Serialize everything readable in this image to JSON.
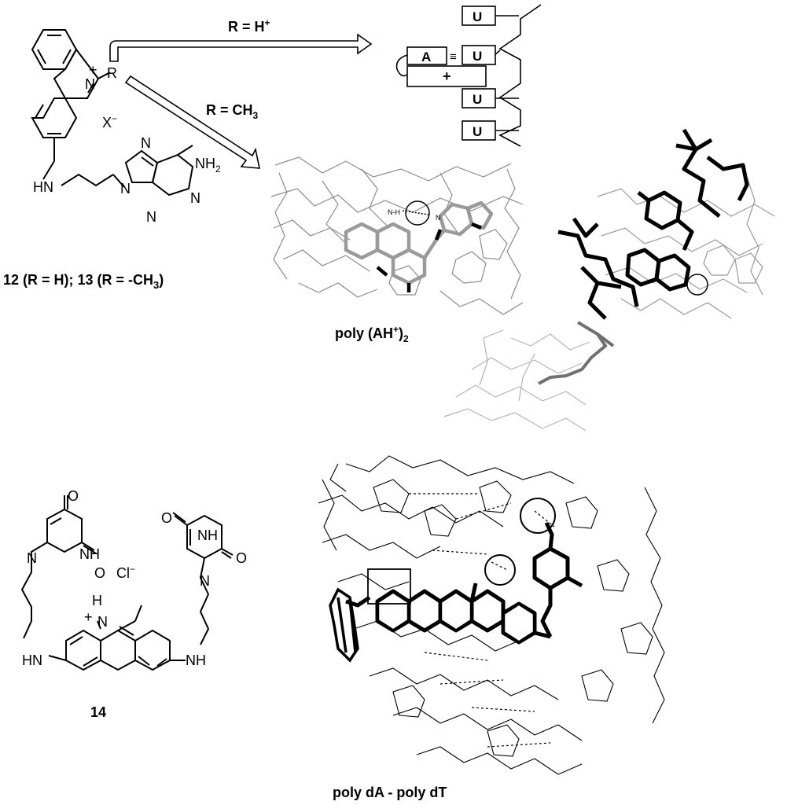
{
  "arrow_labels": {
    "protonated": "R = H",
    "protonated_sup": "+",
    "methylated": "R = CH",
    "methylated_sub": "3"
  },
  "compound_top": {
    "n_plus": "+",
    "n_label": "N",
    "r_label": "R",
    "counterion": "X",
    "counterion_sup": "−",
    "nh2": "NH",
    "nh2_sub": "2",
    "hn": "HN",
    "purine_n_labels": [
      "N",
      "N",
      "N",
      "N"
    ],
    "caption": "12 (R = H); 13 (R = -CH",
    "caption_sub": "3",
    "caption_end": ")"
  },
  "scheme": {
    "u_labels": [
      "U",
      "U",
      "U",
      "U"
    ],
    "a_label": "A",
    "triple_bond": "≡",
    "plus_label": "+"
  },
  "model_top": {
    "nh_label": "N-H",
    "n_label": "N",
    "caption": "poly (AH",
    "caption_sup": "+",
    "caption_close": ")",
    "caption_sub": "2"
  },
  "compound_bottom": {
    "o_labels": [
      "O",
      "O",
      "O",
      "O"
    ],
    "nh_labels": [
      "NH",
      "NH"
    ],
    "n_labels": [
      "N",
      "N"
    ],
    "counterion": "Cl",
    "counterion_sup": "−",
    "h_label": "H",
    "n_plus": "+",
    "n_label": "N",
    "hn": "HN",
    "nh": "NH",
    "caption": "14"
  },
  "model_bottom": {
    "caption": "poly dA - poly dT"
  },
  "colors": {
    "ink": "#000000",
    "gray": "#8a8a8a",
    "light_gray": "#b4b4b4"
  }
}
